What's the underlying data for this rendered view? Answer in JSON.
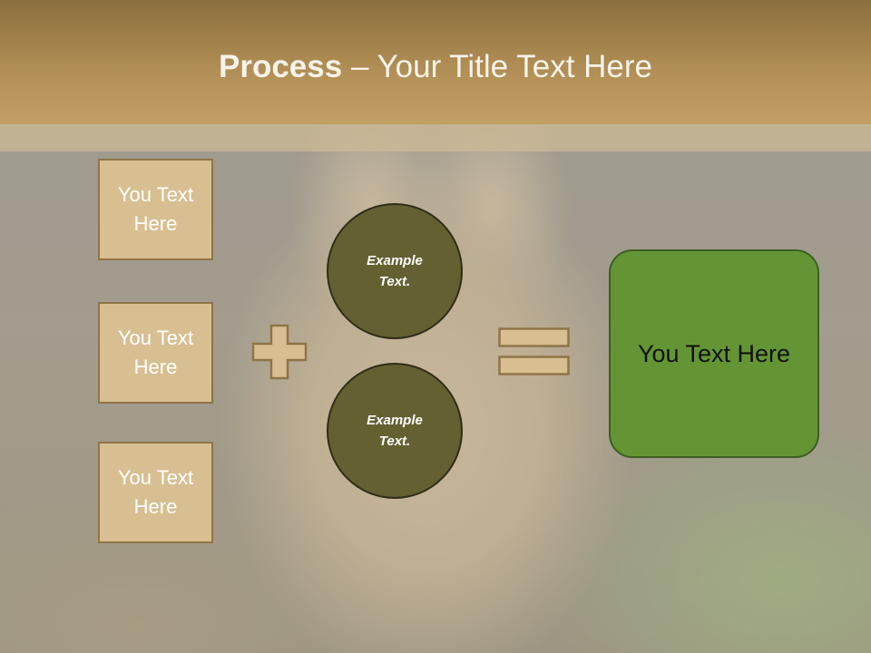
{
  "slide": {
    "title_bold": "Process",
    "title_rest": " – Your Title Text Here"
  },
  "boxes": [
    {
      "label": "You Text Here"
    },
    {
      "label": "You Text Here"
    },
    {
      "label": "You Text Here"
    }
  ],
  "circles": [
    {
      "label": "Example Text."
    },
    {
      "label": "Example Text."
    }
  ],
  "result": {
    "label": "You Text Here"
  },
  "colors": {
    "header": "#b08e55",
    "box_fill": "#d8bf92",
    "circle_fill": "#646032",
    "result_fill": "#649534"
  },
  "icons": {
    "operator_1": "plus-icon",
    "operator_2": "equals-icon"
  }
}
